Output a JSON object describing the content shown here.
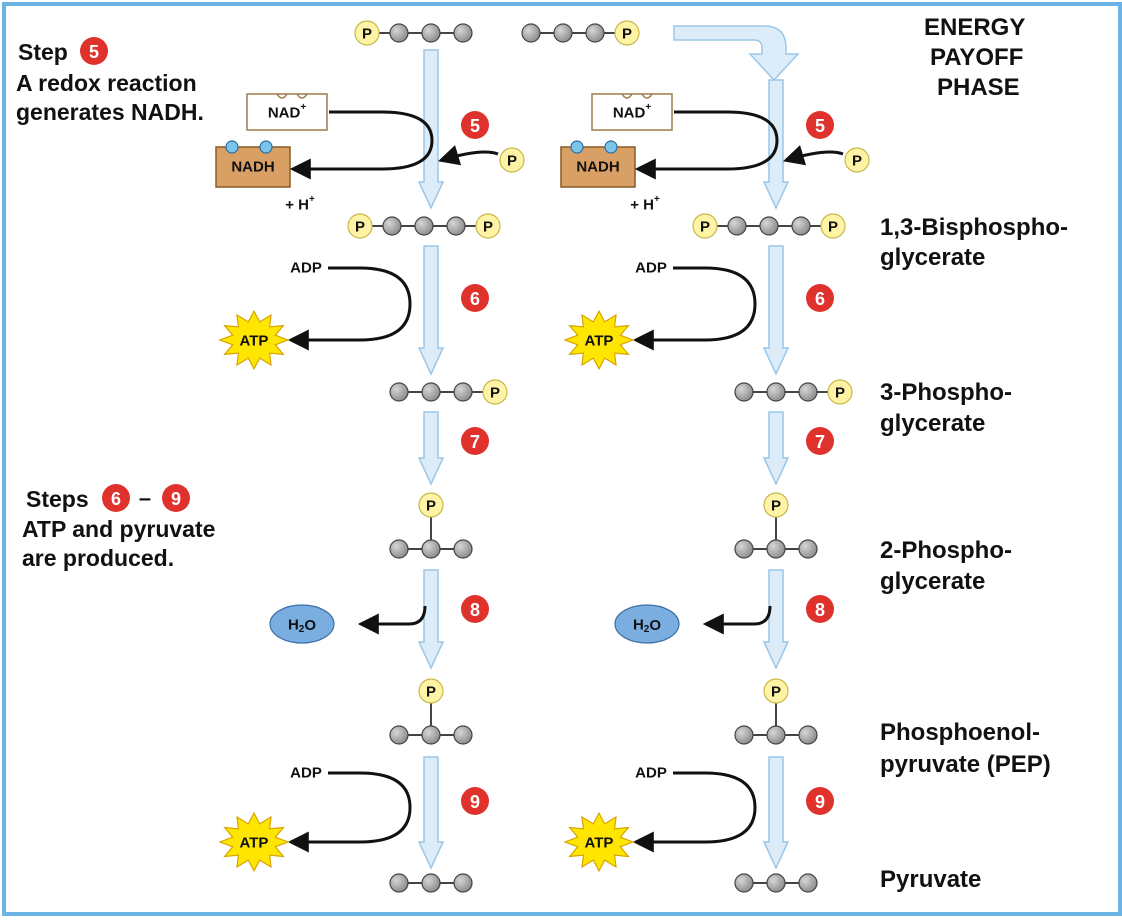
{
  "colors": {
    "frame": "#6cb4e6",
    "step_badge": "#e0322c",
    "phosphate_fill": "#fff3a6",
    "carbon_fill": "#8a8a8a",
    "flow_arrow_fill": "#dcedf9",
    "flow_arrow_stroke": "#9cc7e8",
    "nadh_box": "#d9a066",
    "water_blob": "#7aaee0",
    "atp_burst": "#ffe600"
  },
  "header": {
    "line1": "ENERGY",
    "line2": "PAYOFF",
    "line3": "PHASE"
  },
  "notes": {
    "step5_word": "Step",
    "step5_num": "5",
    "step5_line2": "A redox reaction",
    "step5_line3": "generates NADH.",
    "steps69_word": "Steps",
    "steps69_from": "6",
    "steps69_dash": "–",
    "steps69_to": "9",
    "steps69_line2": "ATP and pyruvate",
    "steps69_line3": "are produced."
  },
  "symbols": {
    "phosphate": "P",
    "nad_plus": "NAD",
    "plus_sup": "+",
    "nadh": "NADH",
    "h_plus": "+ H",
    "adp": "ADP",
    "atp": "ATP",
    "water_h": "H",
    "water_2": "2",
    "water_o": "O"
  },
  "step_numbers": {
    "s5": "5",
    "s6": "6",
    "s7": "7",
    "s8": "8",
    "s9": "9"
  },
  "compounds": {
    "bpg_line1": "1,3-Bisphospho-",
    "bpg_line2": "glycerate",
    "pg3_line1": "3-Phospho-",
    "pg3_line2": "glycerate",
    "pg2_line1": "2-Phospho-",
    "pg2_line2": "glycerate",
    "pep_line1": "Phosphoenol-",
    "pep_line2": "pyruvate (PEP)",
    "pyr": "Pyruvate"
  }
}
